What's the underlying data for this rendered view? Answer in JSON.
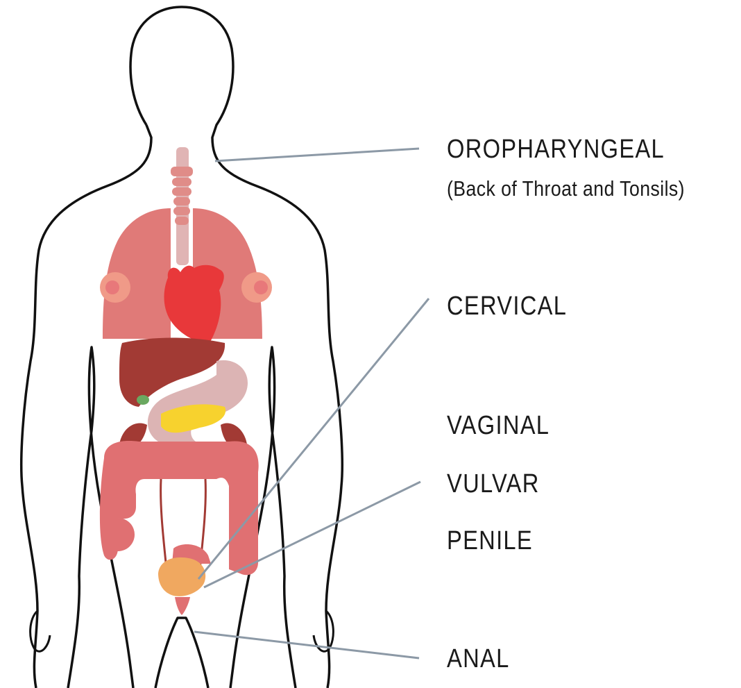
{
  "colors": {
    "outline": "#111111",
    "leader_line": "#8c99a6",
    "lungs": "#e07a78",
    "heart": "#e8383a",
    "liver": "#a23a34",
    "stomach": "#dcb4b4",
    "pancreas": "#f7d22e",
    "intestine": "#e07072",
    "bladder": "#f0a860",
    "trachea": "#e0b4b4",
    "gallbladder": "#6aa860"
  },
  "labels": {
    "oropharyngeal": "OROPHARYNGEAL",
    "oropharyngeal_sub": "(Back of Throat and Tonsils)",
    "cervical": "CERVICAL",
    "vaginal": "VAGINAL",
    "vulvar": "VULVAR",
    "penile": "PENILE",
    "anal": "ANAL"
  }
}
